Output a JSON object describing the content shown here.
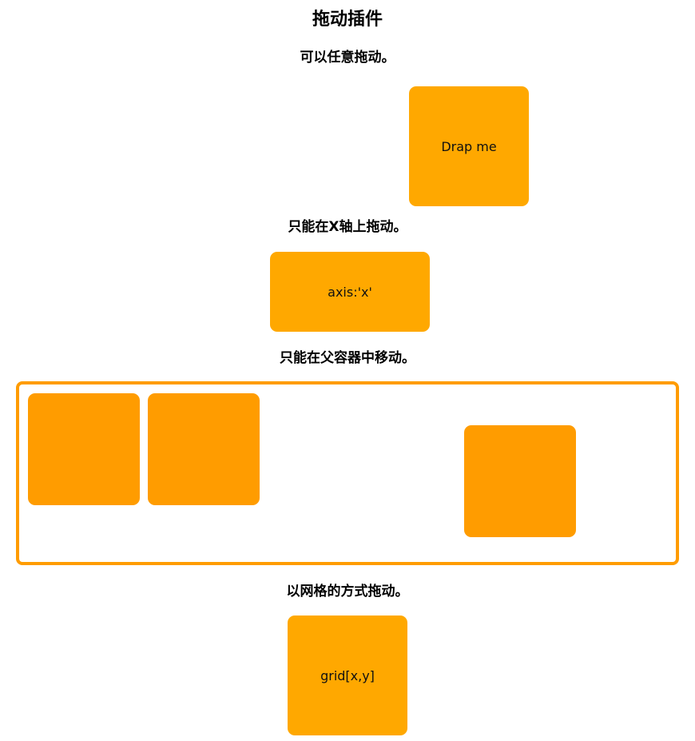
{
  "page": {
    "title": "拖动插件"
  },
  "sections": {
    "free_drag": {
      "caption": "可以任意拖动。",
      "box_label": "Drap me"
    },
    "axis_x": {
      "caption": "只能在X轴上拖动。",
      "box_label": "axis:'x'"
    },
    "containment": {
      "caption": "只能在父容器中移动。"
    },
    "grid": {
      "caption": "以网格的方式拖动。",
      "box_label": "grid[x,y]"
    }
  },
  "colors": {
    "box": "#ffa800",
    "contained_box": "#ff9c00",
    "container_border": "#ff9c00"
  }
}
